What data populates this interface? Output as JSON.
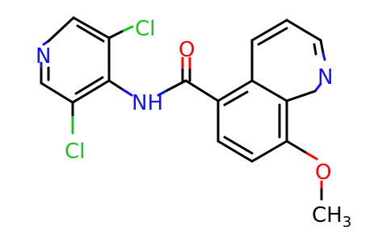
{
  "molecule": {
    "atoms": {
      "pyridine_n": "N",
      "cl_top": "Cl",
      "cl_bottom": "Cl",
      "amide_nh": "NH",
      "carbonyl_o": "O",
      "quinoline_n": "N",
      "methoxy_o": "O",
      "methyl_c": "CH",
      "methyl_sub": "3"
    },
    "colors": {
      "carbon": "#000000",
      "nitrogen": "#1010ff",
      "oxygen": "#ff0000",
      "chlorine": "#1ec01e"
    }
  }
}
